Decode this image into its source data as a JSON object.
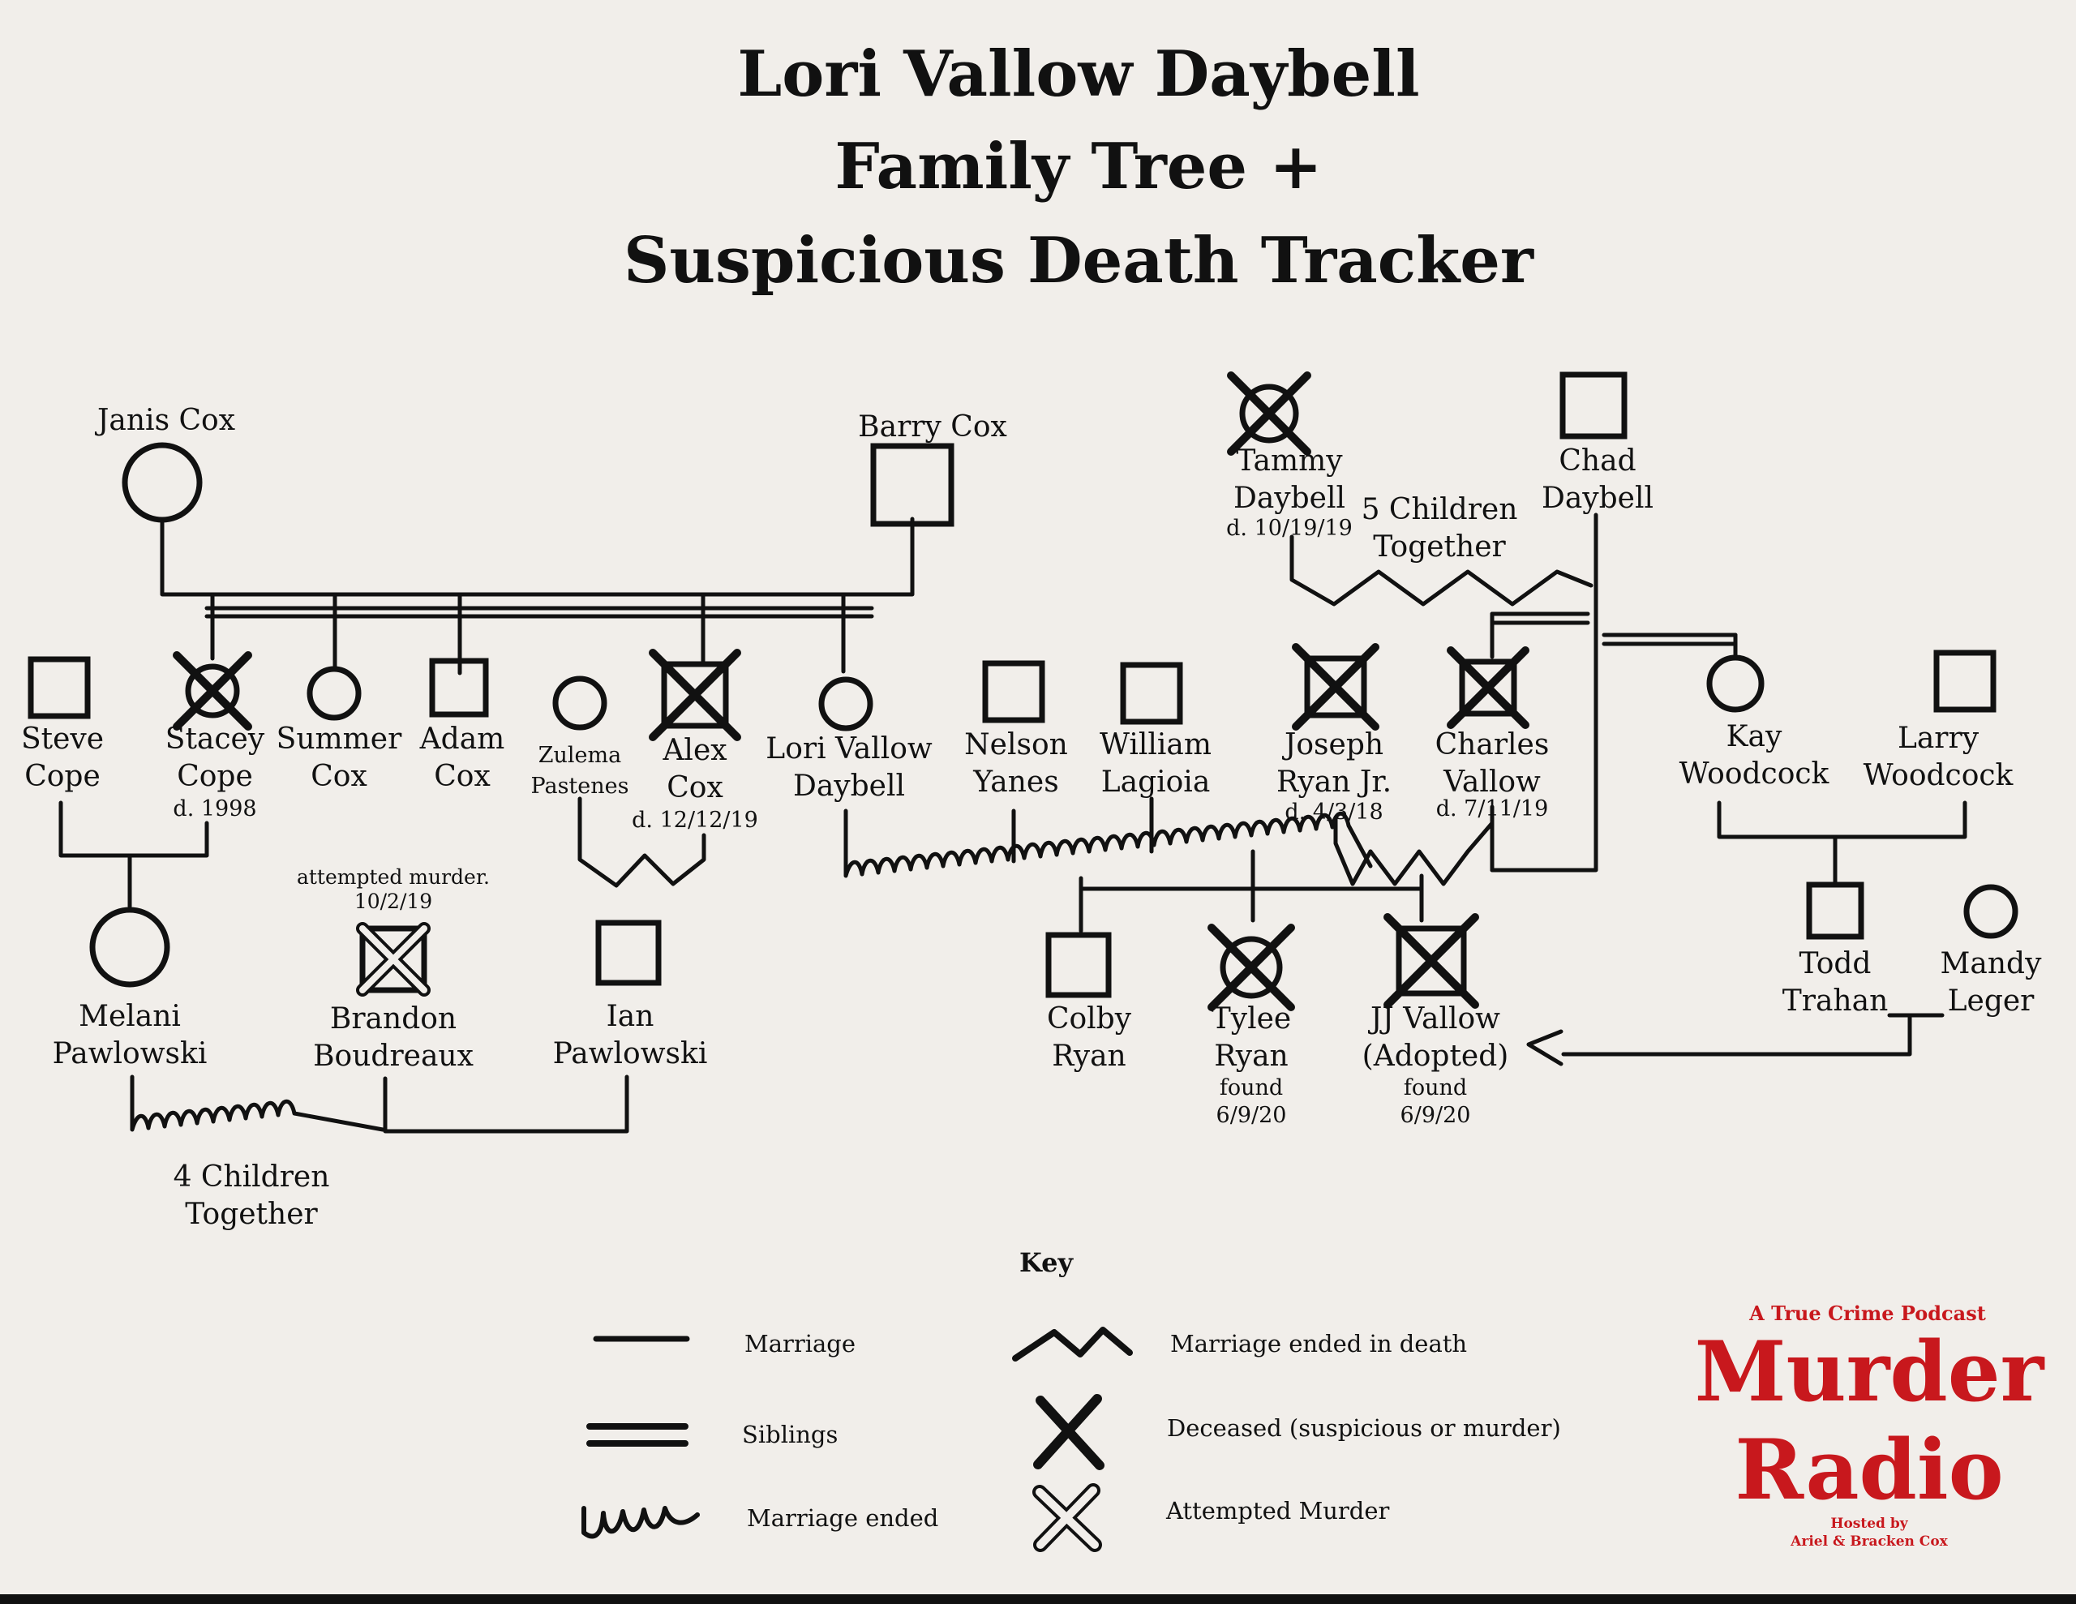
{
  "title": [
    "Lori Vallow Daybell",
    "Family Tree +",
    "Suspicious Death Tracker"
  ],
  "people": [
    {
      "id": "janis",
      "label": [
        "Janis Cox"
      ],
      "shape": "circle"
    },
    {
      "id": "barry",
      "label": [
        "Barry Cox"
      ],
      "shape": "square"
    },
    {
      "id": "tammy",
      "label": [
        "Tammy",
        "Daybell"
      ],
      "note": "d. 10/19/19",
      "shape": "circle",
      "mark": "deceased"
    },
    {
      "id": "chad",
      "label": [
        "Chad",
        "Daybell"
      ],
      "shape": "square"
    },
    {
      "id": "steve",
      "label": [
        "Steve",
        "Cope"
      ],
      "shape": "square"
    },
    {
      "id": "stacey",
      "label": [
        "Stacey",
        "Cope"
      ],
      "note": "d. 1998",
      "shape": "circle",
      "mark": "deceased"
    },
    {
      "id": "summer",
      "label": [
        "Summer",
        "Cox"
      ],
      "shape": "circle"
    },
    {
      "id": "adam",
      "label": [
        "Adam",
        "Cox"
      ],
      "shape": "square"
    },
    {
      "id": "zulema",
      "label": [
        "Zulema",
        "Pastenes"
      ],
      "shape": "circle"
    },
    {
      "id": "alex",
      "label": [
        "Alex",
        "Cox"
      ],
      "note": "d. 12/12/19",
      "shape": "square",
      "mark": "deceased"
    },
    {
      "id": "lori",
      "label": [
        "Lori Vallow",
        "Daybell"
      ],
      "shape": "circle"
    },
    {
      "id": "nelson",
      "label": [
        "Nelson",
        "Yanes"
      ],
      "shape": "square"
    },
    {
      "id": "william",
      "label": [
        "William",
        "Lagioia"
      ],
      "shape": "square"
    },
    {
      "id": "joseph",
      "label": [
        "Joseph",
        "Ryan Jr."
      ],
      "note": "d. 4/3/18",
      "shape": "square",
      "mark": "deceased"
    },
    {
      "id": "charles",
      "label": [
        "Charles",
        "Vallow"
      ],
      "note": "d. 7/11/19",
      "shape": "square",
      "mark": "deceased"
    },
    {
      "id": "kay",
      "label": [
        "Kay",
        "Woodcock"
      ],
      "shape": "circle"
    },
    {
      "id": "larry",
      "label": [
        "Larry",
        "Woodcock"
      ],
      "shape": "square"
    },
    {
      "id": "melani",
      "label": [
        "Melani",
        "Pawlowski"
      ],
      "shape": "circle"
    },
    {
      "id": "brandon",
      "label": [
        "Brandon",
        "Boudreaux"
      ],
      "note_above": [
        "attempted murder.",
        "10/2/19"
      ],
      "shape": "square",
      "mark": "attempted"
    },
    {
      "id": "ian",
      "label": [
        "Ian",
        "Pawlowski"
      ],
      "shape": "square"
    },
    {
      "id": "colby",
      "label": [
        "Colby",
        "Ryan"
      ],
      "shape": "square"
    },
    {
      "id": "tylee",
      "label": [
        "Tylee",
        "Ryan"
      ],
      "note_lines": [
        "found",
        "6/9/20"
      ],
      "shape": "circle",
      "mark": "deceased"
    },
    {
      "id": "jj",
      "label": [
        "JJ Vallow",
        "(Adopted)"
      ],
      "note_lines": [
        "found",
        "6/9/20"
      ],
      "shape": "square",
      "mark": "deceased"
    },
    {
      "id": "todd",
      "label": [
        "Todd",
        "Trahan"
      ],
      "shape": "square"
    },
    {
      "id": "mandy",
      "label": [
        "Mandy",
        "Leger"
      ],
      "shape": "circle"
    }
  ],
  "annotations": {
    "chad_tammy_children": [
      "5 Children",
      "Together"
    ],
    "melani_brandon_children": [
      "4 Children",
      "Together"
    ]
  },
  "key": {
    "title": "Key",
    "items": [
      {
        "symbol": "marriage",
        "label": "Marriage"
      },
      {
        "symbol": "siblings",
        "label": "Siblings"
      },
      {
        "symbol": "marriage-ended",
        "label": "Marriage ended"
      },
      {
        "symbol": "marriage-ended-death",
        "label": "Marriage ended in death"
      },
      {
        "symbol": "deceased",
        "label": "Deceased (suspicious or murder)"
      },
      {
        "symbol": "attempted",
        "label": "Attempted Murder"
      }
    ]
  },
  "logo": {
    "tagline": "A True Crime Podcast",
    "line1": "Murder",
    "line2": "Radio",
    "hosted_by": "Hosted by",
    "hosts": "Ariel & Bracken Cox",
    "color": "#c8181d"
  },
  "colors": {
    "background": "#f1eeea",
    "ink": "#111111",
    "accent": "#c8181d"
  }
}
